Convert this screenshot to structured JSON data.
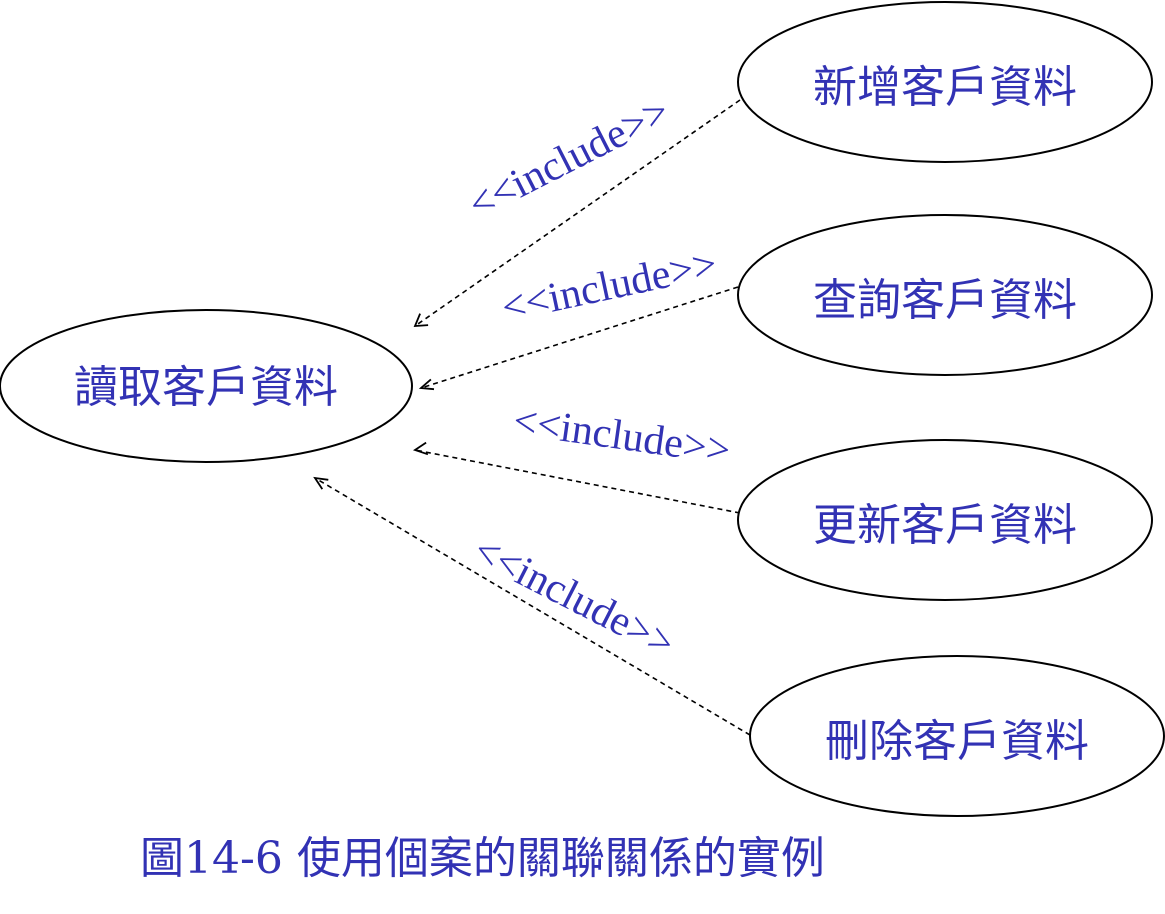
{
  "colors": {
    "text": "#3232b4",
    "lines": "#000000",
    "background": "#ffffff"
  },
  "base_use_case": {
    "label": "讀取客戶資料"
  },
  "use_cases": [
    {
      "label": "新增客戶資料",
      "relation": "<<include>>"
    },
    {
      "label": "查詢客戶資料",
      "relation": "<<include>>"
    },
    {
      "label": "更新客戶資料",
      "relation": "<<include>>"
    },
    {
      "label": "刪除客戶資料",
      "relation": "<<include>>"
    }
  ],
  "caption": "圖14-6 使用個案的關聯關係的實例"
}
